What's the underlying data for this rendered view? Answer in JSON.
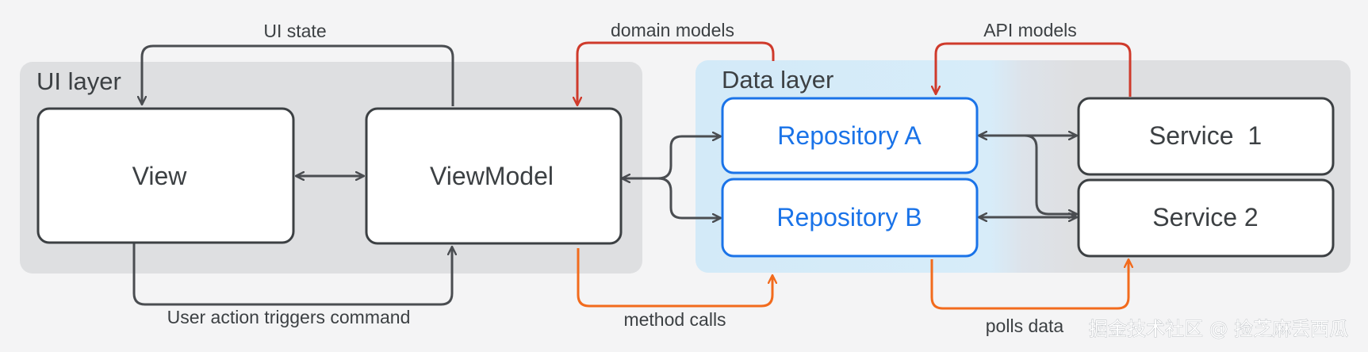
{
  "layers": {
    "ui": {
      "title": "UI layer"
    },
    "data": {
      "title": "Data layer"
    }
  },
  "boxes": {
    "view": "View",
    "viewmodel": "ViewModel",
    "repository_a": "Repository A",
    "repository_b": "Repository B",
    "service_1": "Service  1",
    "service_2": "Service 2"
  },
  "edges": {
    "ui_state": "UI state",
    "user_action": "User action triggers command",
    "domain_models": "domain models",
    "method_calls": "method calls",
    "api_models": "API models",
    "polls_data": "polls data"
  },
  "watermark": "掘金技术社区 @ 捡芝麻丢西瓜",
  "colors": {
    "background": "#f4f4f5",
    "layer_gray": "#dedfe1",
    "data_layer_blue": "#d5ebf8",
    "box_border": "#3c4043",
    "repo_border": "#1a73e8",
    "repo_text": "#1a73e8",
    "arrow_gray": "#4a4d51",
    "arrow_red": "#cf3a2b",
    "arrow_orange": "#f26b1d"
  }
}
